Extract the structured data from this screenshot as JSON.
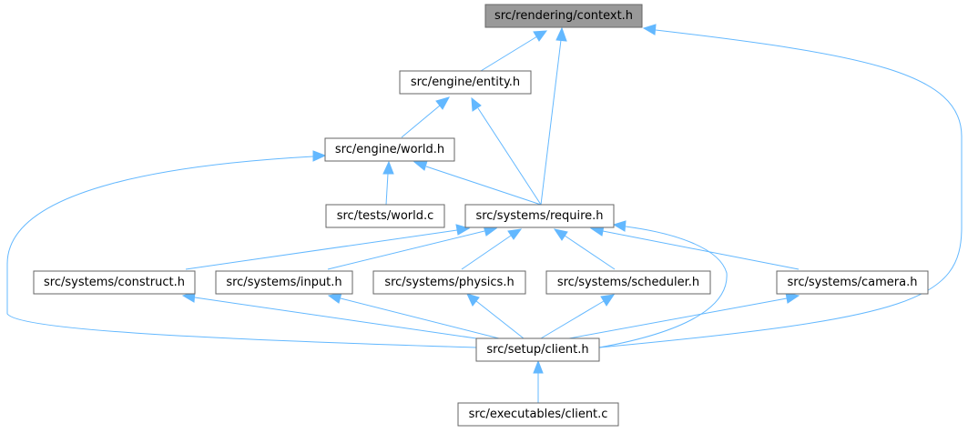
{
  "graph": {
    "colors": {
      "edge": "#63b8ff",
      "node_border": "#666666",
      "highlight_fill": "#999999"
    },
    "nodes": {
      "context_h": "src/rendering/context.h",
      "entity_h": "src/engine/entity.h",
      "world_h": "src/engine/world.h",
      "world_c": "src/tests/world.c",
      "require_h": "src/systems/require.h",
      "construct_h": "src/systems/construct.h",
      "input_h": "src/systems/input.h",
      "physics_h": "src/systems/physics.h",
      "scheduler_h": "src/systems/scheduler.h",
      "camera_h": "src/systems/camera.h",
      "client_h": "src/setup/client.h",
      "client_c": "src/executables/client.c"
    },
    "edges": [
      {
        "from": "entity_h",
        "to": "context_h"
      },
      {
        "from": "require_h",
        "to": "context_h"
      },
      {
        "from": "client_h",
        "to": "context_h"
      },
      {
        "from": "world_h",
        "to": "entity_h"
      },
      {
        "from": "require_h",
        "to": "entity_h"
      },
      {
        "from": "world_c",
        "to": "world_h"
      },
      {
        "from": "require_h",
        "to": "world_h"
      },
      {
        "from": "client_h",
        "to": "world_h"
      },
      {
        "from": "construct_h",
        "to": "require_h"
      },
      {
        "from": "input_h",
        "to": "require_h"
      },
      {
        "from": "physics_h",
        "to": "require_h"
      },
      {
        "from": "scheduler_h",
        "to": "require_h"
      },
      {
        "from": "camera_h",
        "to": "require_h"
      },
      {
        "from": "client_h",
        "to": "require_h"
      },
      {
        "from": "client_h",
        "to": "construct_h"
      },
      {
        "from": "client_h",
        "to": "input_h"
      },
      {
        "from": "client_h",
        "to": "physics_h"
      },
      {
        "from": "client_h",
        "to": "scheduler_h"
      },
      {
        "from": "client_h",
        "to": "camera_h"
      },
      {
        "from": "client_c",
        "to": "client_h"
      }
    ]
  }
}
